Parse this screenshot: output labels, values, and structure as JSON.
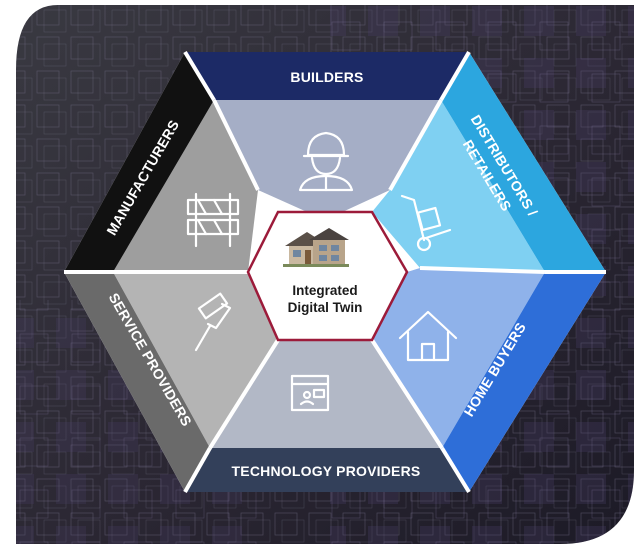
{
  "diagram": {
    "center": {
      "line1": "Integrated",
      "line2": "Digital Twin",
      "icon": "house-icon"
    },
    "segments": [
      {
        "key": "builders",
        "label": "BUILDERS",
        "icon": "hardhat-worker-icon",
        "band_color": "#1c2a66",
        "tile_color": "#a5aec6"
      },
      {
        "key": "distributors",
        "label_line1": "DISTRIBUTORS /",
        "label_line2": "RETAILERS",
        "icon": "hand-truck-icon",
        "band_color": "#2ca6df",
        "tile_color": "#7fd0f2"
      },
      {
        "key": "home_buyers",
        "label": "HOME BUYERS",
        "icon": "home-icon",
        "band_color": "#2e6ed8",
        "tile_color": "#8fb2ea"
      },
      {
        "key": "technology",
        "label": "TECHNOLOGY PROVIDERS",
        "icon": "video-call-icon",
        "band_color": "#33405a",
        "tile_color": "#b2b8c6"
      },
      {
        "key": "service",
        "label": "SERVICE PROVIDERS",
        "icon": "paint-roller-icon",
        "band_color": "#6a6a6a",
        "tile_color": "#b4b4b4"
      },
      {
        "key": "manufacturers",
        "label": "MANUFACTURERS",
        "icon": "barricade-icon",
        "band_color": "#111111",
        "tile_color": "#9e9e9e"
      }
    ]
  }
}
